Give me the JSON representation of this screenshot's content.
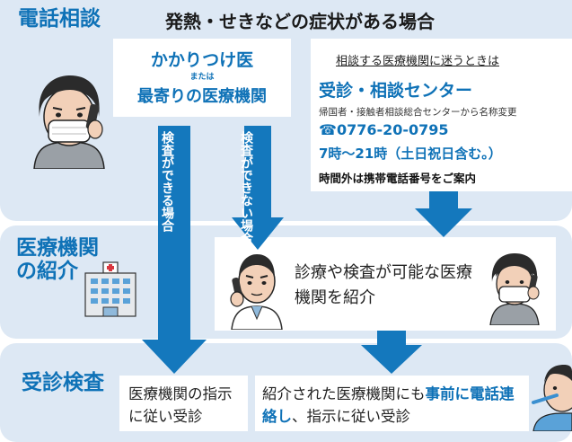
{
  "sections": {
    "consult": "電話相談",
    "intro_line1": "医療機関",
    "intro_line2": "の紹介",
    "exam": "受診検査"
  },
  "header": {
    "title": "発熱・せきなどの症状がある場合"
  },
  "family_doctor": {
    "line1": "かかりつけ医",
    "or": "または",
    "line2": "最寄りの医療機関"
  },
  "center": {
    "lead": "相談する医療機関に迷うときは",
    "name": "受診・相談センター",
    "note": "帰国者・接触者相談総合センターから名称変更",
    "phone_mark": "☎",
    "phone": "0776-20-0795",
    "hours": "7時〜21時（土日祝日含む。）",
    "after_hours": "時間外は携帯電話番号をご案内"
  },
  "arrows": {
    "can_test": "検査ができる場合",
    "cannot_test": "検査ができない場合"
  },
  "referral": {
    "text": "診療や検査が可能な医療機関を紹介"
  },
  "exam_left": {
    "text": "医療機関の指示に従い受診"
  },
  "exam_right": {
    "text_a": "紹介された医療機関にも",
    "text_b": "事前に電話連絡し",
    "text_c": "、指示に従い受診"
  },
  "icons": {
    "patient": "masked-patient-on-phone-icon",
    "hospital": "hospital-building-icon",
    "doctor": "doctor-on-phone-icon",
    "swab": "nasal-swab-test-icon"
  },
  "colors": {
    "accent": "#0f72b7",
    "band": "#dde8f4",
    "arrow": "#1478bd"
  }
}
